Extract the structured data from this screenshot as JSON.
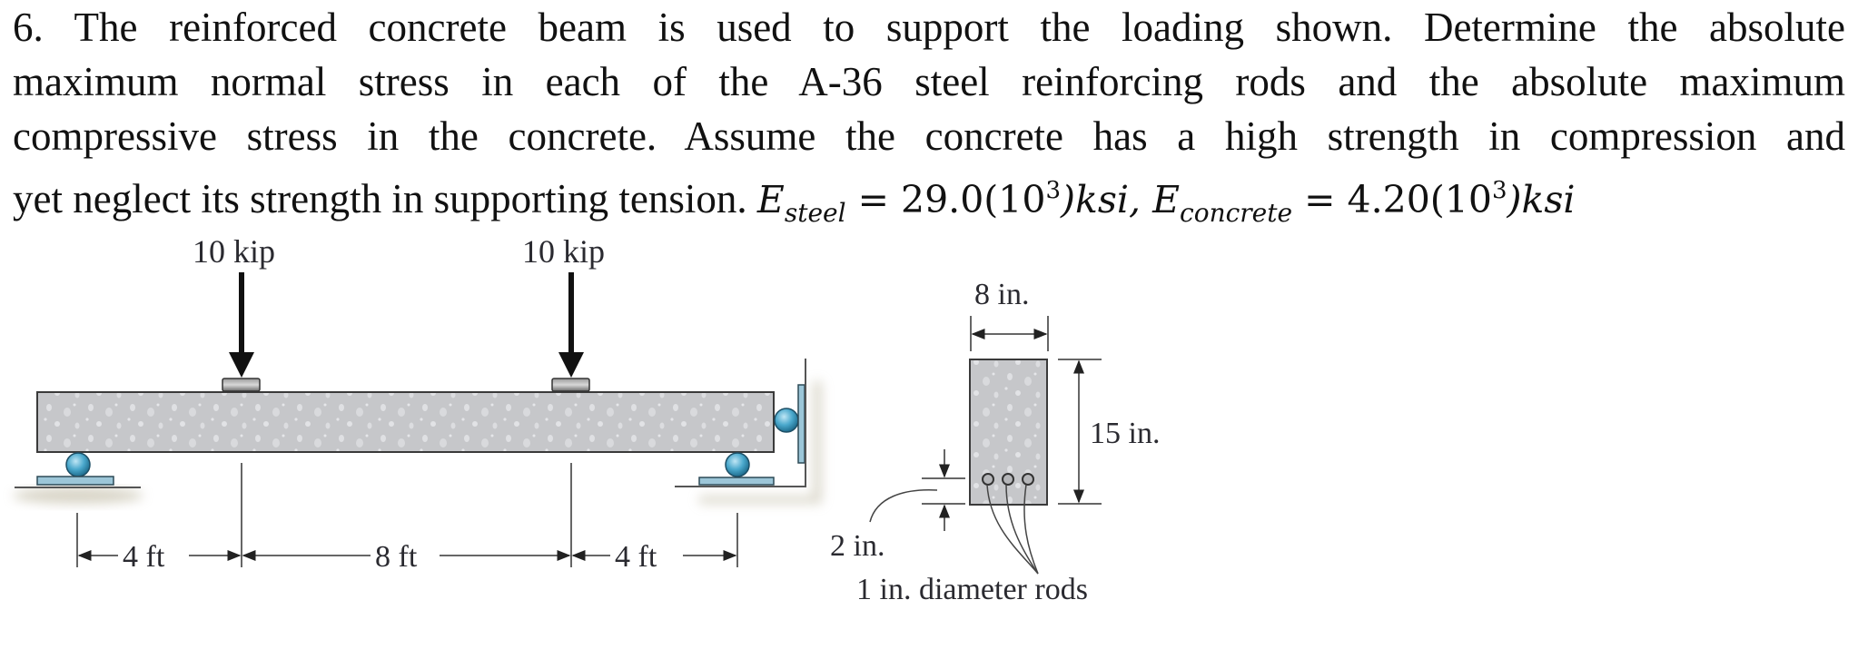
{
  "problem": {
    "number": "6.",
    "lines": [
      "6. The reinforced concrete beam is used to support the loading shown. Determine the absolute",
      "maximum normal stress in each of the A-36 steel reinforcing rods and the absolute maximum",
      "compressive stress in the concrete. Assume the concrete has a high strength in compression and",
      "yet neglect its strength in supporting tension."
    ],
    "given": {
      "E_symbol": "E",
      "steel_sub": "steel",
      "steel_value": "29.0(10",
      "steel_exp": "3",
      "steel_unit": ")ksi,",
      "concrete_sub": "concrete",
      "concrete_value": "4.20(10",
      "concrete_exp": "3",
      "concrete_unit": ")ksi",
      "equals": "="
    }
  },
  "figure": {
    "loads": [
      {
        "label": "10 kip"
      },
      {
        "label": "10 kip"
      }
    ],
    "spans": [
      {
        "label": "4 ft"
      },
      {
        "label": "8 ft"
      },
      {
        "label": "4 ft"
      }
    ],
    "section": {
      "width_label": "8 in.",
      "height_label": "15 in.",
      "cover_label": "2 in.",
      "rods_label": "1 in. diameter rods",
      "rod_count": 3
    },
    "colors": {
      "concrete": "#c8c9cc",
      "support_blue": "#4aa8cc",
      "plate_blue": "#9cc6d8",
      "ink": "#222222"
    }
  }
}
